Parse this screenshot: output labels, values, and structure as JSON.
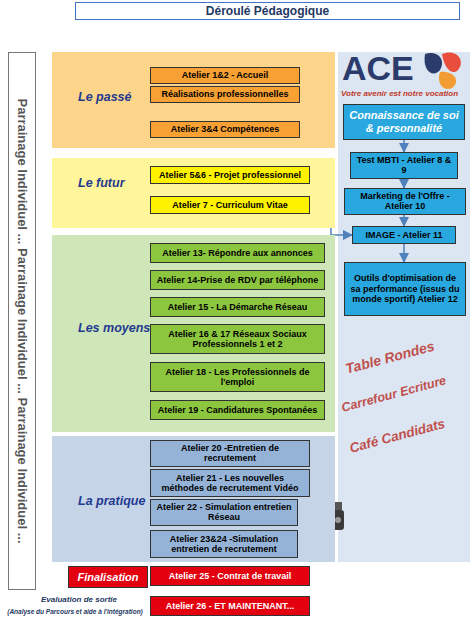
{
  "diagram": {
    "title": "Déroulé Pédagogique",
    "nodes": [
      {
        "text": [
          "Le passé"
        ]
      },
      {
        "text": [
          "Atelier 1&2 - Accueil"
        ],
        "in": 0
      },
      {
        "text": [
          "Réalisations professionnelles"
        ],
        "in": 0
      },
      {
        "text": [
          "Atelier 3&4 Compétences"
        ],
        "in": 0
      },
      {
        "text": [
          "Le futur"
        ]
      },
      {
        "text": [
          "Atelier 5&6 - Projet professionnel"
        ],
        "in": 4
      },
      {
        "text": [
          "Atelier 7 - Curriculum Vitae"
        ],
        "in": 4
      },
      {
        "text": [
          "Les moyens"
        ]
      },
      {
        "text": [
          "Atelier 13- Répondre aux annonces"
        ],
        "in": 7
      },
      {
        "text": [
          "Atelier 14-Prise de RDV par téléphone"
        ],
        "in": 7
      },
      {
        "text": [
          "Atelier 15 - La Démarche Réseau"
        ],
        "in": 7
      },
      {
        "text": [
          "Atelier 16 & 17 Réseaux Sociaux Professionnels 1 et 2"
        ],
        "in": 7
      },
      {
        "text": [
          "Atelier 18 - Les Professionnels de l'emploi"
        ],
        "in": 7
      },
      {
        "text": [
          "Atelier 19 - Candidatures Spontanées"
        ],
        "in": 7
      },
      {
        "text": [
          "La pratique"
        ]
      },
      {
        "text": [
          "Atelier 20 -Entretien de recrutement"
        ],
        "in": 14
      },
      {
        "text": [
          "Atelier 21 - Les nouvelles méthodes de recrutement Vidéo"
        ],
        "in": 14
      },
      {
        "text": [
          "Atelier 22 - Simulation entretien Réseau"
        ],
        "in": 14
      },
      {
        "text": [
          "Atelier 23&24 -Simulation entretien de recrutement"
        ],
        "in": 14
      },
      {
        "text": [
          "Finalisation"
        ]
      },
      {
        "text": [
          "Atelier 25 - Contrat de travail"
        ]
      },
      {
        "text": [
          "Atelier 26 - ET MAINTENANT..."
        ]
      },
      {
        "text": [
          "Connaissance de soi & personnalité"
        ]
      },
      {
        "text": [
          "Test MBTI - Atelier 8 & 9"
        ]
      },
      {
        "text": [
          "Marketing de l'Offre - Atelier 10"
        ]
      },
      {
        "text": [
          "IMAGE - Atelier 11"
        ]
      },
      {
        "text": [
          "Outils d'optimisation de sa performance (issus du monde sportif) Atelier 12"
        ]
      },
      {
        "text": [
          "Parrainage Individuel ... Parrainage Individuel ... Parrainage Individuel ..."
        ]
      }
    ],
    "edges": [
      {
        "from": 22,
        "to": 23,
        "arrow": "to"
      },
      {
        "from": 23,
        "to": 24,
        "arrow": "to"
      },
      {
        "from": 24,
        "to": 25,
        "arrow": "to"
      },
      {
        "from": 25,
        "to": 26,
        "arrow": "to"
      },
      {
        "from": 6,
        "to": 25,
        "arrow": "to"
      }
    ],
    "labels": [
      "ACE",
      "Votre avenir est notre vocation",
      "Table Rondes",
      "Carrefour Ecriture",
      "Café Candidats",
      "Evaluation de sortie",
      "(Analyse du Parcours et aide à l'intégration)"
    ]
  }
}
